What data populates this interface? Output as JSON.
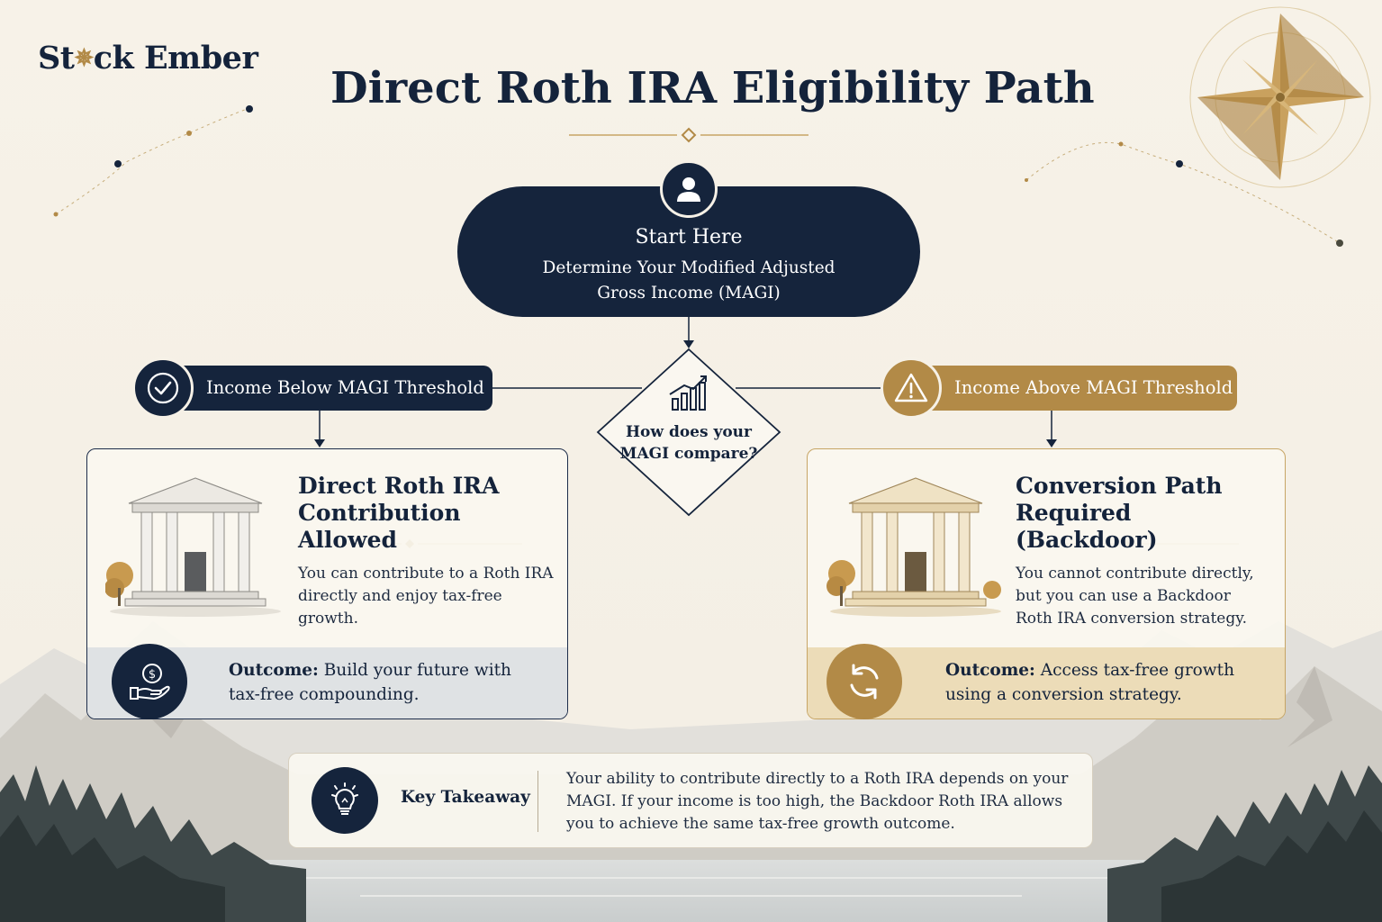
{
  "brand": {
    "before": "St",
    "after": "ck Ember"
  },
  "title": "Direct Roth IRA Eligibility Path",
  "start": {
    "heading": "Start Here",
    "description": "Determine Your Modified Adjusted Gross Income (MAGI)"
  },
  "decision": {
    "question": "How does your MAGI compare?"
  },
  "left_branch": {
    "label": "Income Below MAGI Threshold",
    "card_title": "Direct Roth IRA Contribution Allowed",
    "card_text": "You can contribute to a Roth IRA directly and enjoy tax-free growth.",
    "outcome_label": "Outcome:",
    "outcome_text": "Build your future with tax-free compounding."
  },
  "right_branch": {
    "label": "Income Above MAGI Threshold",
    "card_title": "Conversion Path Required (Backdoor)",
    "card_text": "You cannot contribute directly, but you can use a Backdoor Roth IRA conversion strategy.",
    "outcome_label": "Outcome:",
    "outcome_text": "Access tax-free growth using a conversion strategy."
  },
  "takeaway": {
    "label": "Key Takeaway",
    "text": "Your ability to contribute directly to a Roth IRA depends on your MAGI. If your income is too high, the Backdoor Roth IRA allows you to achieve the same tax-free growth outcome."
  },
  "colors": {
    "navy": "#15243c",
    "gold": "#b28a47",
    "cream": "#f6f1e7"
  },
  "icons": [
    "user-icon",
    "check-icon",
    "warning-icon",
    "chart-icon",
    "bank-building-icon",
    "money-hand-icon",
    "refresh-icon",
    "lightbulb-icon",
    "compass-star-icon"
  ]
}
